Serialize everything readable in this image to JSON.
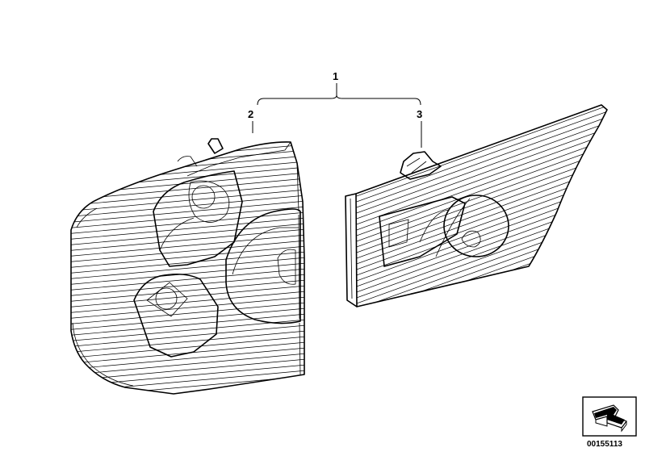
{
  "callouts": {
    "assembly": "1",
    "outer_lamp": "2",
    "inner_lamp": "3"
  },
  "document_number": "00155113"
}
